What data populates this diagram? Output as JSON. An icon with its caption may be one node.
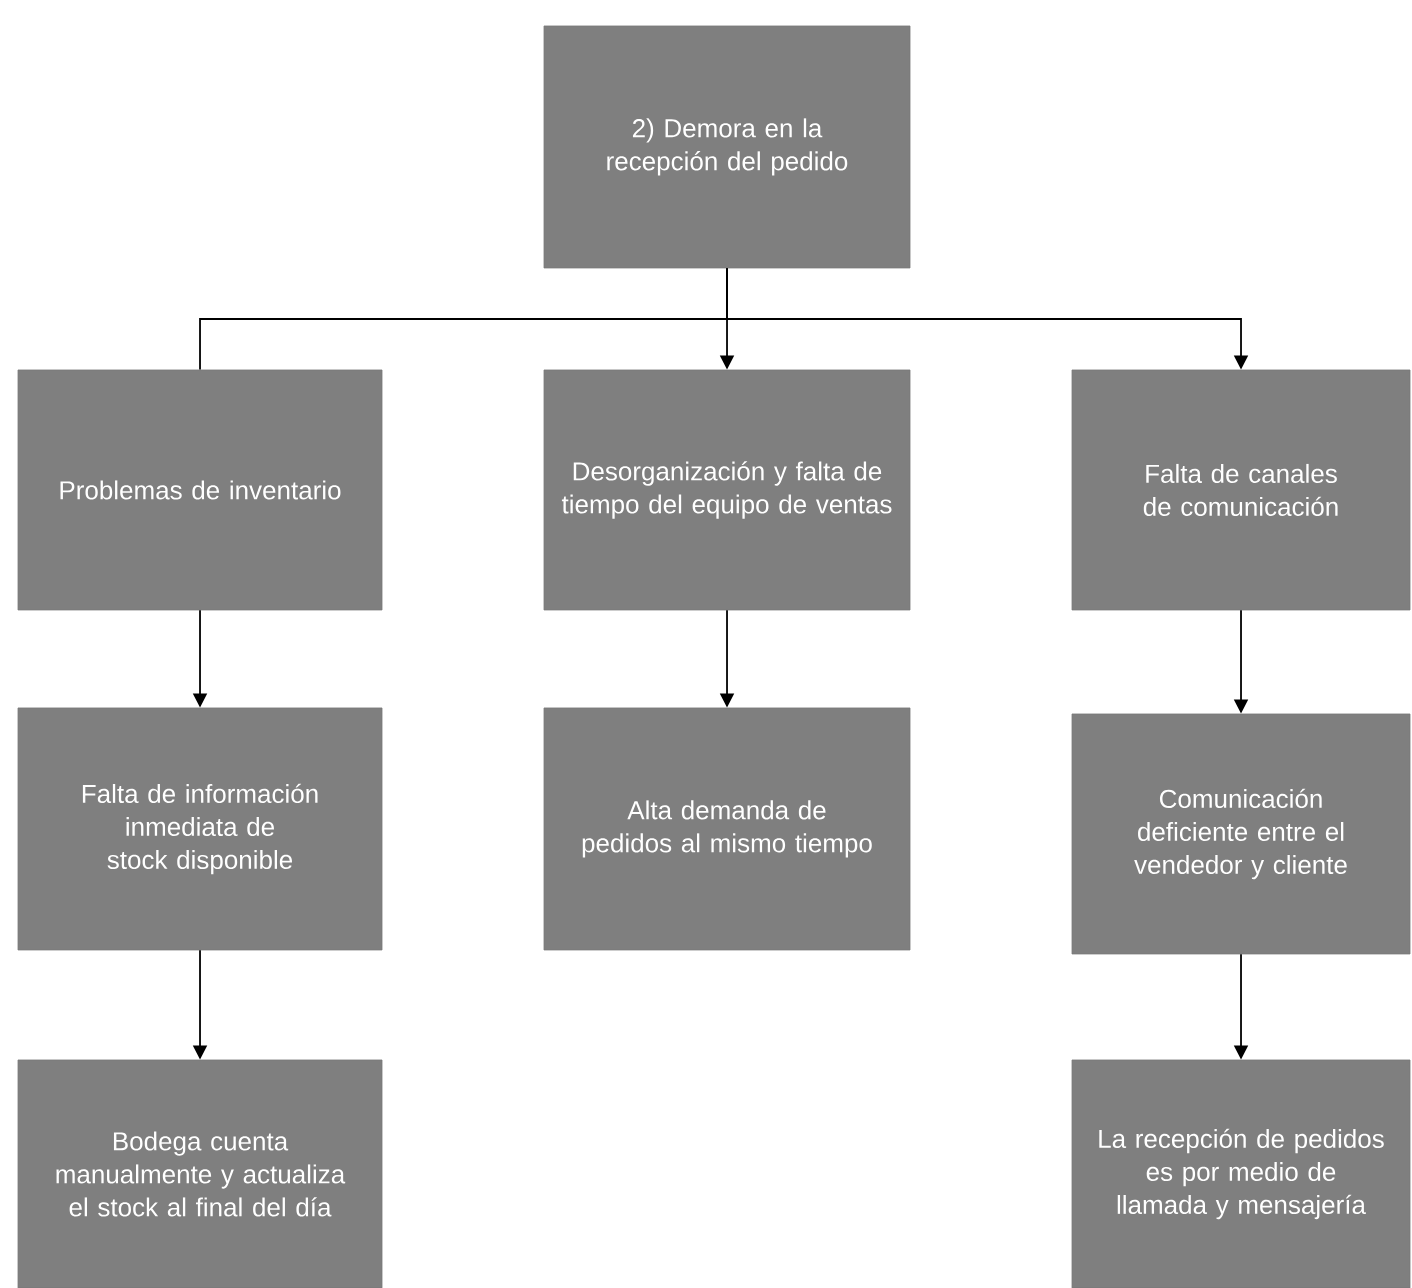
{
  "diagram": {
    "nodes": [
      {
        "text": [
          "2) Demora en la recepción del pedido"
        ]
      },
      {
        "text": [
          "Problemas de inventario"
        ]
      },
      {
        "text": [
          "Desorganización y falta de tiempo del equipo de ventas"
        ]
      },
      {
        "text": [
          "Falta de canales de comunicación"
        ]
      },
      {
        "text": [
          "Falta de información inmediata de stock disponible"
        ]
      },
      {
        "text": [
          "Alta demanda de pedidos al mismo tiempo"
        ]
      },
      {
        "text": [
          "Comunicación deficiente entre el vendedor y cliente"
        ]
      },
      {
        "text": [
          "Bodega cuenta manualmente y actualiza el stock al final del día"
        ]
      },
      {
        "text": [
          "La recepción de pedidos es por medio de llamada y mensajería"
        ]
      }
    ],
    "edges": [
      {
        "from": 0,
        "to": 1,
        "arrow": "none"
      },
      {
        "from": 0,
        "to": 2,
        "arrow": "to"
      },
      {
        "from": 0,
        "to": 3,
        "arrow": "to"
      },
      {
        "from": 1,
        "to": 4,
        "arrow": "to"
      },
      {
        "from": 2,
        "to": 5,
        "arrow": "to"
      },
      {
        "from": 3,
        "to": 6,
        "arrow": "to"
      },
      {
        "from": 4,
        "to": 7,
        "arrow": "to"
      },
      {
        "from": 6,
        "to": 8,
        "arrow": "to"
      }
    ]
  }
}
